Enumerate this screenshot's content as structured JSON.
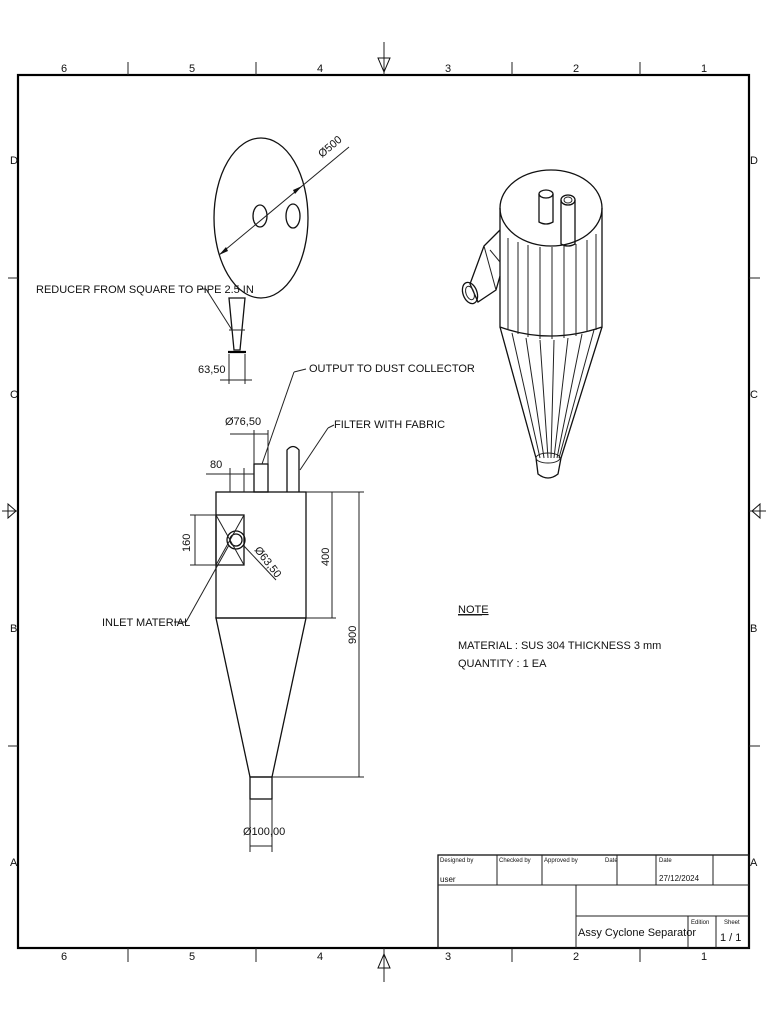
{
  "zones": {
    "columns": [
      "6",
      "5",
      "4",
      "3",
      "2",
      "1"
    ],
    "rows": [
      "D",
      "C",
      "B",
      "A"
    ]
  },
  "annotations": {
    "reducer": "REDUCER FROM SQUARE TO PIPE 2.5 IN",
    "output": "OUTPUT TO DUST COLLECTOR",
    "filter": "FILTER WITH FABRIC",
    "inlet": "INLET MATERIAL"
  },
  "dimensions": {
    "top_diameter": "Ø500",
    "reducer_width": "63,50",
    "outlet_diameter": "Ø76,50",
    "inlet_offset": "80",
    "inlet_height": "160",
    "inlet_diameter": "Ø63,50",
    "body_height": "400",
    "total_height": "900",
    "bottom_diameter": "Ø100,00"
  },
  "note": {
    "heading": "NOTE",
    "material": "MATERIAL : SUS 304 THICKNESS 3 mm",
    "quantity": "QUANTITY : 1 EA"
  },
  "title_block": {
    "designed_by_label": "Designed by",
    "designed_by": "user",
    "checked_by_label": "Checked by",
    "approved_by_label": "Approved by",
    "date_label": "Date",
    "date_label_2": "Date",
    "date": "27/12/2024",
    "title": "Assy Cyclone Separator",
    "edition_label": "Edition",
    "sheet_label": "Sheet",
    "sheet": "1 / 1"
  }
}
